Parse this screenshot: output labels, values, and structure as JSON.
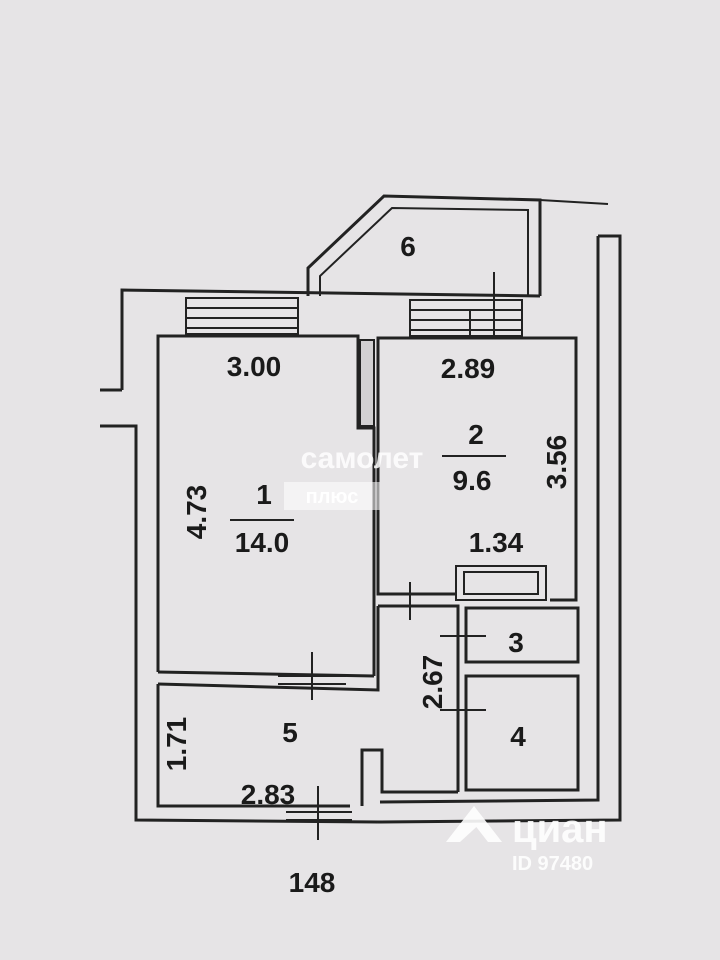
{
  "rooms": [
    {
      "number": "1",
      "area": "14.0"
    },
    {
      "number": "2",
      "area": "9.6"
    },
    {
      "number": "3"
    },
    {
      "number": "4"
    },
    {
      "number": "5"
    },
    {
      "number": "6"
    }
  ],
  "dimensions": {
    "room1_width": "3.00",
    "room1_height": "4.73",
    "room2_width": "2.89",
    "room2_height": "3.56",
    "kitchen_unit": "1.34",
    "corridor_height": "2.67",
    "hall_height": "1.71",
    "hall_width": "2.83"
  },
  "plan_number": "148",
  "watermarks": {
    "samolet_top": "самолет",
    "samolet_bottom": "плюс",
    "cian_name": "циан",
    "cian_id": "ID 97480"
  }
}
